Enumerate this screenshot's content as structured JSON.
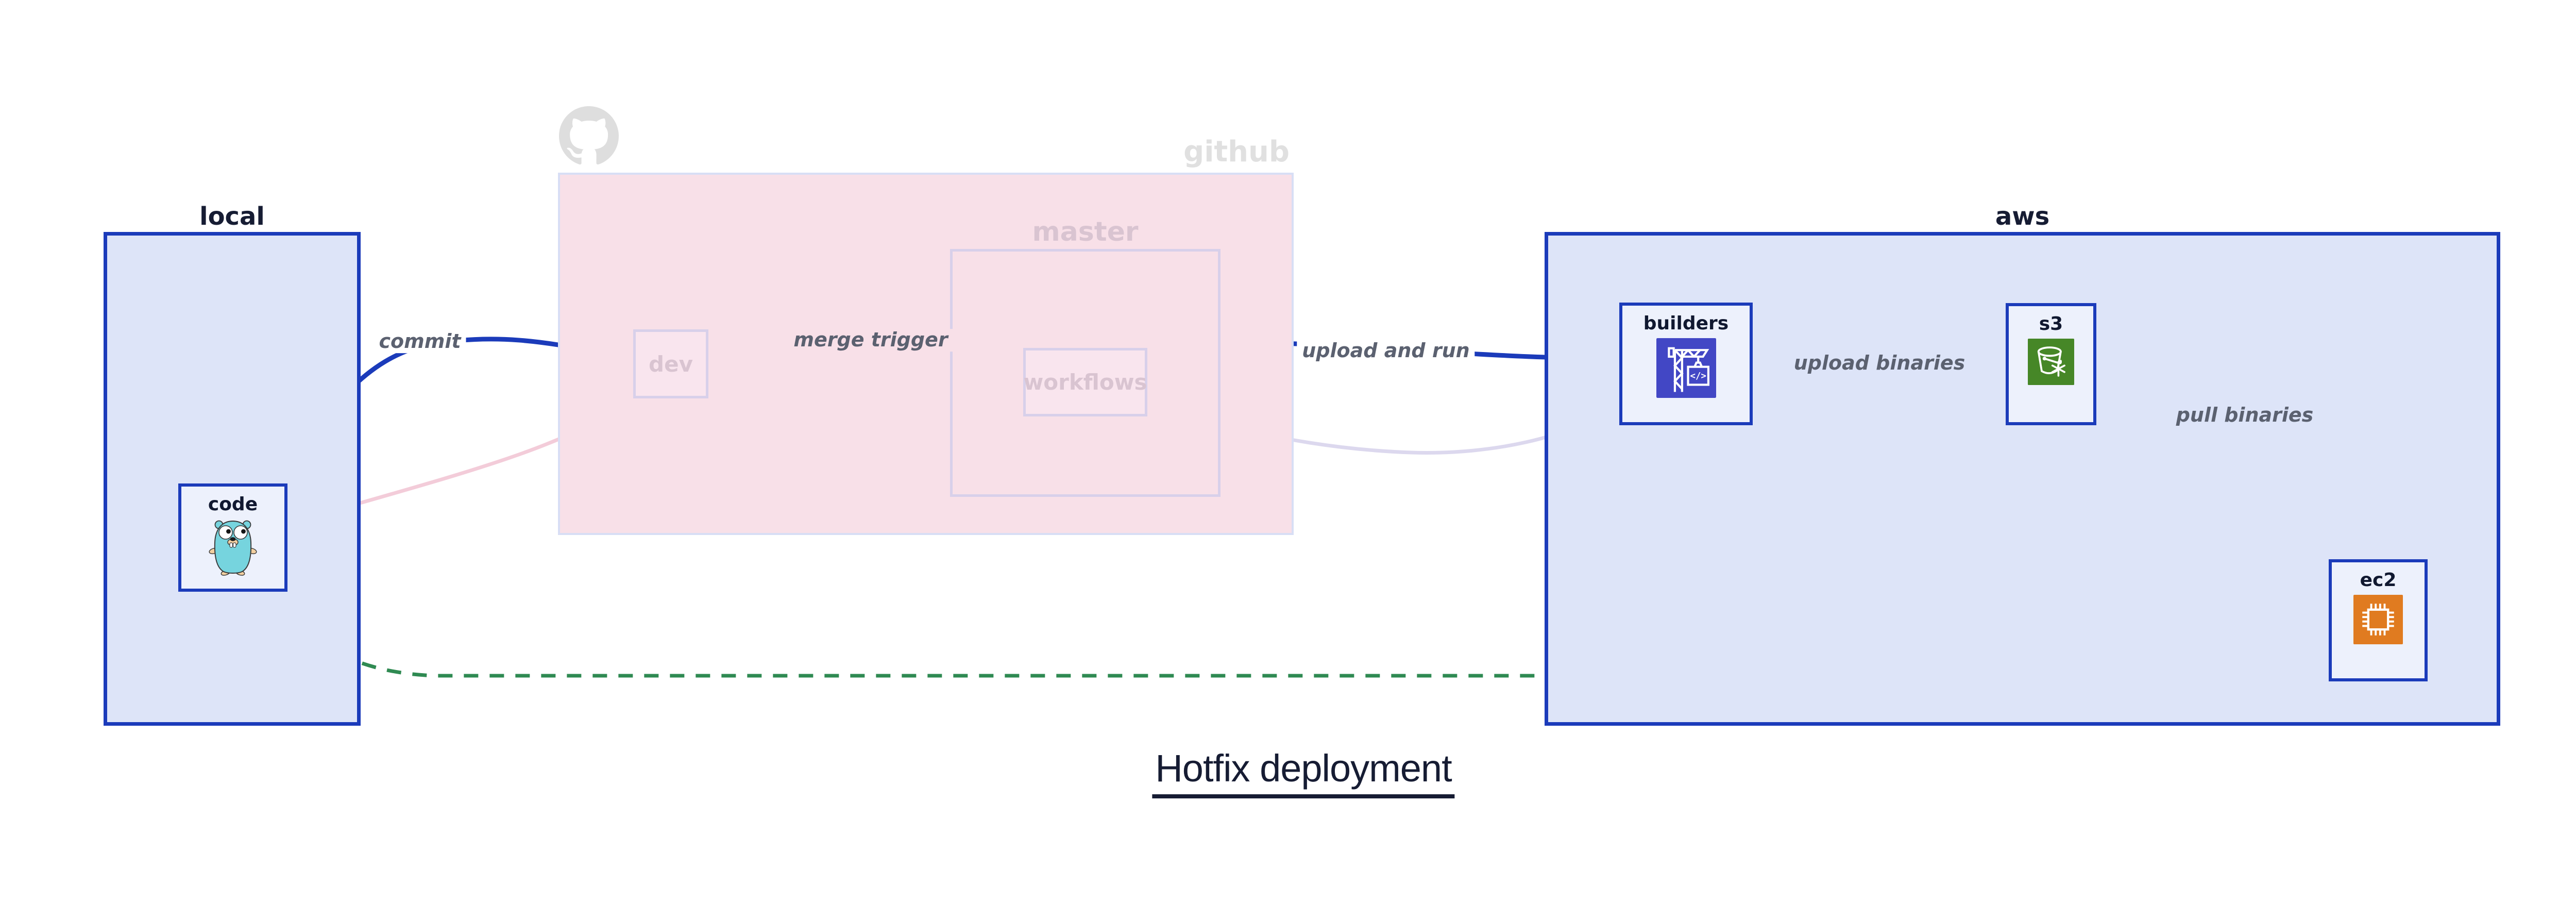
{
  "title": {
    "text": "Hotfix deployment"
  },
  "groups": {
    "local": {
      "label": "local"
    },
    "github": {
      "label": "github"
    },
    "master": {
      "label": "master"
    },
    "aws": {
      "label": "aws"
    }
  },
  "nodes": {
    "code": {
      "label": "code",
      "icon": "go-gopher-icon"
    },
    "dev": {
      "label": "dev"
    },
    "workflows": {
      "label": "workflows"
    },
    "builders": {
      "label": "builders",
      "icon": "aws-codebuild-crane-icon"
    },
    "s3": {
      "label": "s3",
      "icon": "aws-s3-glacier-bucket-icon"
    },
    "ec2": {
      "label": "ec2",
      "icon": "aws-ec2-chip-icon"
    }
  },
  "edges": {
    "commit": {
      "label": "commit",
      "style": "solid-blue",
      "from": "code",
      "to": "dev"
    },
    "merge_trigger": {
      "label": "merge trigger",
      "style": "solid-blue",
      "from": "dev",
      "to": "workflows"
    },
    "upload_and_run": {
      "label": "upload and run",
      "style": "solid-blue",
      "from": "workflows",
      "to": "builders"
    },
    "upload_binaries": {
      "label": "upload binaries",
      "style": "solid-blue",
      "from": "builders",
      "to": "s3"
    },
    "pull_binaries": {
      "label": "pull binaries",
      "style": "solid-blue",
      "from": "s3",
      "to": "ec2"
    },
    "hotfix_path": {
      "label": "",
      "style": "dashed-green",
      "from": "code",
      "to": "ec2"
    },
    "faded_commit_path": {
      "label": "",
      "style": "faded-pink",
      "from": "code",
      "to": "dev"
    },
    "faded_merge_path": {
      "label": "",
      "style": "faded-lavender",
      "from": "dev",
      "to": "workflows"
    },
    "faded_run_path": {
      "label": "",
      "style": "faded-lavender",
      "from": "workflows",
      "to": "builders"
    }
  },
  "colors": {
    "blue": "#1b3bba",
    "group_fill": "#dde4f8",
    "node_fill": "#edf1fc",
    "pink_fill": "#f8e0e8",
    "pink_border": "#d8def5",
    "faded_border": "#d8d0ea",
    "faded_node_fill": "#f9e5ee",
    "faded_text": "#d9c4d1",
    "github_gray": "#e0e0e0",
    "label_gray": "#5b6170",
    "green": "#2f8a52",
    "navy": "#161c33",
    "codebuild_bg": "#4247c5",
    "s3_bg": "#468727",
    "ec2_bg": "#e07b20",
    "gopher_teal": "#76d4de",
    "gopher_skin": "#f2cfa0"
  }
}
